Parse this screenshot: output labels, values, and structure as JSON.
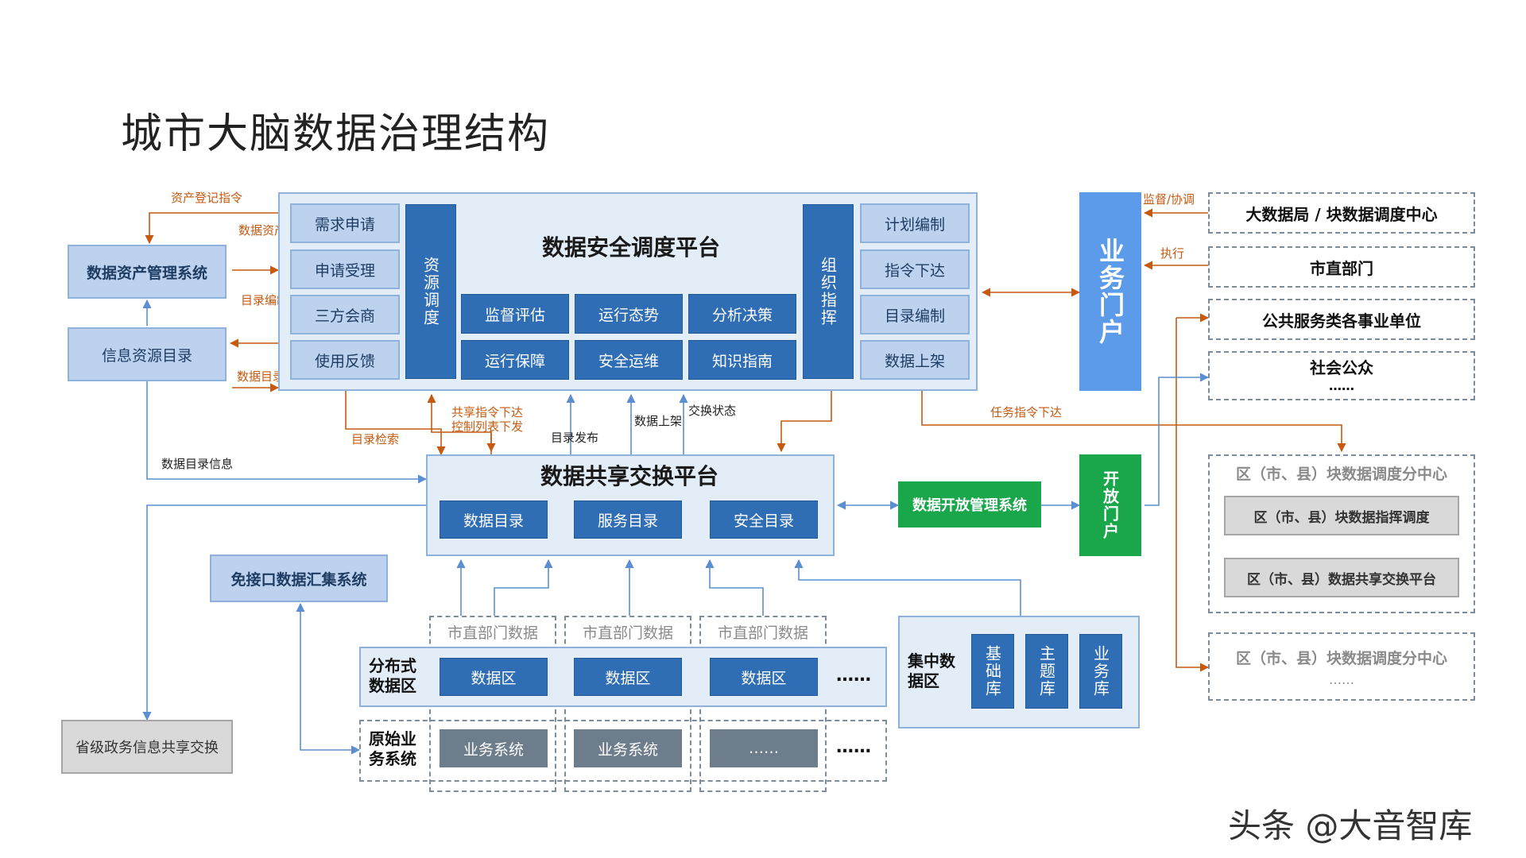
{
  "title": "城市大脑数据治理结构",
  "left": {
    "asset_system": "数据资产管理系统",
    "info_catalog": "信息资源目录",
    "province": "省级政务信息共享交换",
    "interface_free": "免接口数据汇集系统"
  },
  "security_platform": {
    "title": "数据安全调度平台",
    "left_items": [
      "需求申请",
      "申请受理",
      "三方会商",
      "使用反馈"
    ],
    "resource_dispatch": "资源调度",
    "org_command": "组织指挥",
    "center_items": [
      "监督评估",
      "运行态势",
      "分析决策",
      "运行保障",
      "安全运维",
      "知识指南"
    ],
    "right_items": [
      "计划编制",
      "指令下达",
      "目录编制",
      "数据上架"
    ]
  },
  "share_platform": {
    "title": "数据共享交换平台",
    "items": [
      "数据目录",
      "服务目录",
      "安全目录"
    ]
  },
  "open_system": "数据开放管理系统",
  "open_portal": "开放门户",
  "business_portal": "业务门户",
  "right_entities": {
    "big_data_bureau": "大数据局 / 块数据调度中心",
    "city_depts": "市直部门",
    "public_units": "公共服务类各事业单位",
    "public": "社会公众",
    "public_more": "……",
    "district_center_1": "区（市、县）块数据调度分中心",
    "district_command": "区（市、县）块数据指挥调度",
    "district_share": "区（市、县）数据共享交换平台",
    "district_center_2": "区（市、县）块数据调度分中心",
    "district_more": "……"
  },
  "bottom": {
    "city_dept_data": "市直部门数据",
    "distributed_zone": "分布式数据区",
    "data_zone": "数据区",
    "original_systems": "原始业务系统",
    "business_system": "业务系统",
    "more_dots": "……",
    "ellipsis": "……",
    "central_zone": "集中数据区",
    "db_basic": "基础库",
    "db_theme": "主题库",
    "db_business": "业务库"
  },
  "labels": {
    "asset_register_cmd": "资产登记指令",
    "data_asset_register": "数据资产登记",
    "catalog_compile_cmd": "目录编制指令",
    "data_catalog_compile": "数据目录编制",
    "catalog_search": "目录检索",
    "share_cmd": "共享指令下达",
    "control_list": "控制列表下发",
    "catalog_publish": "目录发布",
    "data_shelf": "数据上架",
    "exchange_status": "交换状态",
    "task_cmd": "任务指令下达",
    "data_catalog_info": "数据目录信息",
    "supervise": "监督/协调",
    "execute": "执行"
  },
  "watermark": "头条 @大音智库",
  "colors": {
    "dark_blue": "#2f6db5",
    "light_blue": "#bcd2ee",
    "panel": "#e3edf8",
    "orange_arrow": "#c55a11",
    "blue_arrow": "#5b8fd1",
    "green": "#1aa64b",
    "portal_blue": "#5b9bea",
    "grey_box": "#6d7d8b"
  }
}
